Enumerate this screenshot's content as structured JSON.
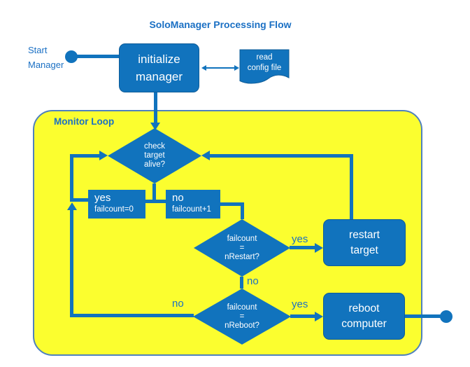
{
  "title": "SoloManager Processing Flow",
  "colors": {
    "shape_blue": "#1173bd",
    "shape_blue_dark": "#0d5c98",
    "label_blue": "#1b70c4",
    "container_yellow": "#fbfe2f",
    "container_border": "#4f81bd",
    "white": "#ffffff"
  },
  "labels": {
    "start": "Start\nManager",
    "monitor_loop": "Monitor Loop",
    "edge_yes_restart": "yes",
    "edge_no_restart": "no",
    "edge_yes_reboot": "yes",
    "edge_no_reboot": "no"
  },
  "nodes": {
    "initialize": "initialize\nmanager",
    "read_config": "read\nconfig file",
    "check_alive": "check\ntarget\nalive?",
    "yes_branch": {
      "title": "yes",
      "detail": "failcount=0"
    },
    "no_branch": {
      "title": "no",
      "detail": "failcount+1"
    },
    "nrestart": "failcount\n=\nnRestart?",
    "nreboot": "failcount\n=\nnReboot?",
    "restart": "restart\ntarget",
    "reboot": "reboot\ncomputer"
  }
}
